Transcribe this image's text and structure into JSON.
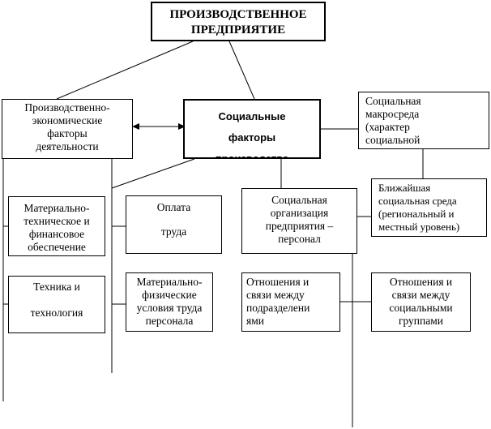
{
  "nodes": {
    "enterprise": "ПРОИЗВОДСТВЕННОЕ\nПРЕДПРИЯТИЕ",
    "prod_econ": "Производственно-\nэкономические\nфакторы\nдеятельности",
    "social_factors": "Социальные\nфакторы\nпроизводства",
    "macro": "Социальная\nмакросреда\n(характер\nсоциальной",
    "nearest": "Ближайшая\nсоциальная среда\n(региональный и\nместный уровень)",
    "material_tech": "Материально-\nтехническое и\nфинансовое\nобеспечение",
    "pay": "Оплата\n\nтруда",
    "social_org": "Социальная\nорганизация\nпредприятия –\nперсонал",
    "tech": "Техника и\n\nтехнология",
    "conditions": "Материально-\nфизические\nусловия труда\nперсонала",
    "dept_relations": "Отношения и\nсвязи между\nподразделени\nями",
    "group_relations": "Отношения и\nсвязи между\nсоциальными\nгруппами"
  }
}
